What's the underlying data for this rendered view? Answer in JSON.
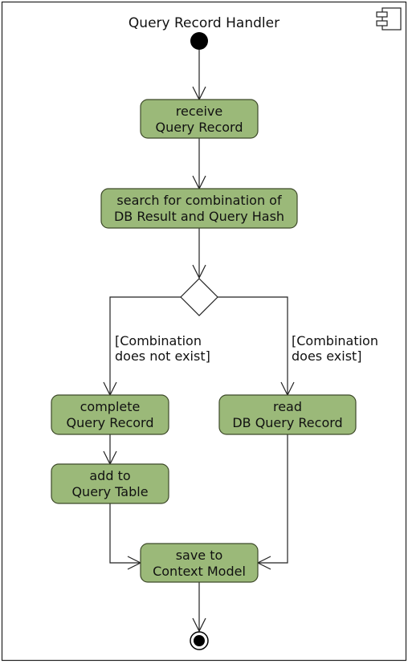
{
  "diagram": {
    "title": "Query Record Handler",
    "colors": {
      "action_fill": "#9bb979",
      "action_border": "#3e4a2a",
      "line": "#222222",
      "node_black": "#000000"
    },
    "icons": {
      "component": "uml-component-icon"
    },
    "actions": {
      "receive": {
        "line1": "receive",
        "line2": "Query Record"
      },
      "search": {
        "line1": "search for combination of",
        "line2": "DB Result and Query Hash"
      },
      "complete": {
        "line1": "complete",
        "line2": "Query Record"
      },
      "read": {
        "line1": "read",
        "line2": "DB Query Record"
      },
      "add": {
        "line1": "add to",
        "line2": "Query Table"
      },
      "save": {
        "line1": "save to",
        "line2": "Context Model"
      }
    },
    "guards": {
      "not_exist": {
        "line1": "[Combination",
        "line2": "does not exist]"
      },
      "exist": {
        "line1": "[Combination",
        "line2": "does exist]"
      }
    }
  }
}
